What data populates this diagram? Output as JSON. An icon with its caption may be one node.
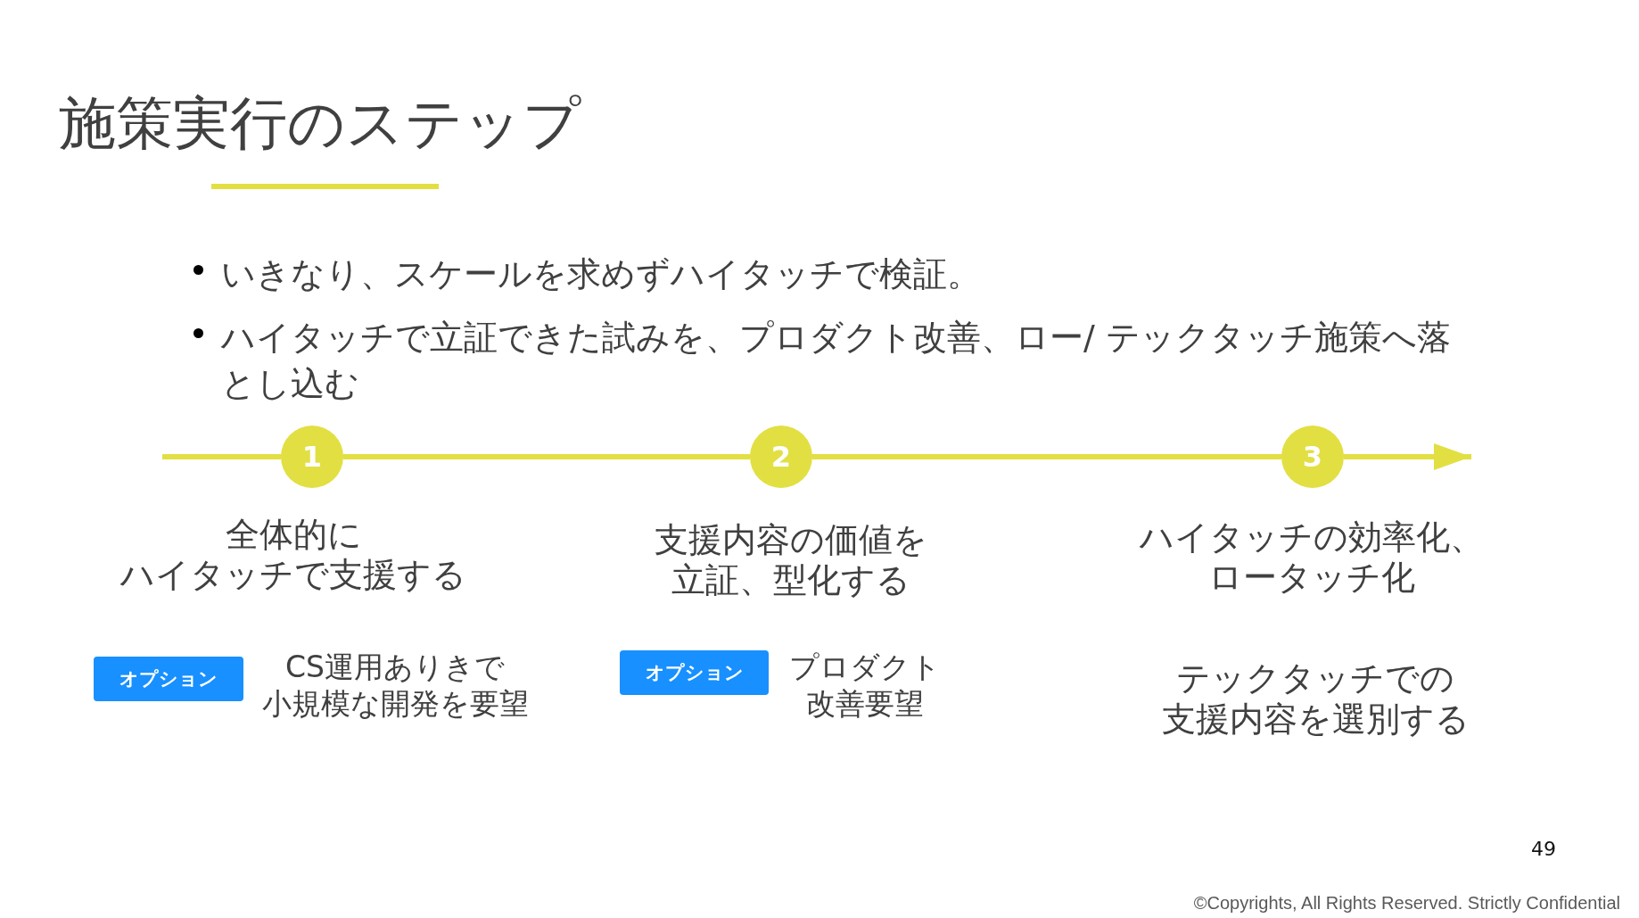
{
  "diagram": {
    "title": "施策実行のステップ",
    "nodes": [
      {
        "text": [
          "1"
        ],
        "beside": [
          "全体的にハイタッチで支援する"
        ]
      },
      {
        "text": [
          "2"
        ],
        "beside": [
          "支援内容の価値を立証、型化する"
        ]
      },
      {
        "text": [
          "3"
        ],
        "beside": [
          "ハイタッチの効率化、ロータッチ化"
        ]
      },
      {
        "text": [
          "オプション"
        ],
        "beside": [
          "CS運用ありきで小規模な開発を要望"
        ]
      },
      {
        "text": [
          "オプション"
        ],
        "beside": [
          "プロダクト改善要望"
        ]
      }
    ],
    "edges": [
      {
        "from": null,
        "to": 0,
        "arrow": "none"
      },
      {
        "from": 0,
        "to": 1,
        "arrow": "none"
      },
      {
        "from": 1,
        "to": 2,
        "arrow": "none"
      },
      {
        "from": 2,
        "to": null,
        "arrow": "to"
      }
    ],
    "labels": [
      "いきなり、スケールを求めずハイタッチで検証。",
      "ハイタッチで立証できた試みを、プロダクト改善、ロー/ テックタッチ施策へ落とし込む",
      "テックタッチでの支援内容を選別する",
      "49",
      "©Copyrights, All Rights Reserved. Strictly Confidential"
    ]
  }
}
